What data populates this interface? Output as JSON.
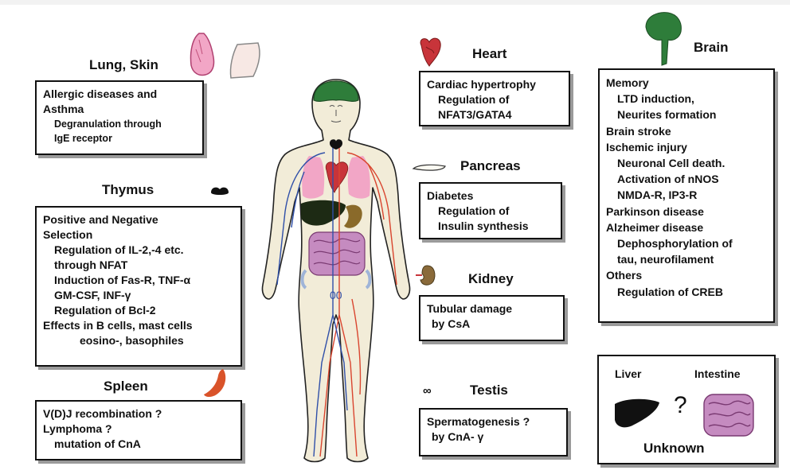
{
  "organs": {
    "lung_skin": {
      "title": "Lung, Skin",
      "lines": [
        "Allergic diseases and",
        "Asthma",
        "Degranulation through",
        "IgE receptor"
      ]
    },
    "thymus": {
      "title": "Thymus",
      "lines": [
        "Positive and Negative",
        "Selection",
        "Regulation of IL-2,-4 etc.",
        "through NFAT",
        "Induction of Fas-R, TNF-α",
        "GM-CSF, INF-γ",
        "Regulation of Bcl-2",
        "Effects in B cells, mast cells",
        "eosino-, basophiles"
      ]
    },
    "spleen": {
      "title": "Spleen",
      "lines": [
        "V(D)J recombination ?",
        "Lymphoma ?",
        "mutation of CnA"
      ]
    },
    "heart": {
      "title": "Heart",
      "lines": [
        "Cardiac hypertrophy",
        "Regulation of",
        "NFAT3/GATA4"
      ]
    },
    "pancreas": {
      "title": "Pancreas",
      "lines": [
        "Diabetes",
        "Regulation of",
        "Insulin synthesis"
      ]
    },
    "kidney": {
      "title": "Kidney",
      "lines": [
        "Tubular damage",
        "by CsA"
      ]
    },
    "testis": {
      "title": "Testis",
      "lines": [
        "Spermatogenesis ?",
        "by CnA- γ"
      ]
    },
    "brain": {
      "title": "Brain",
      "lines": [
        "Memory",
        "LTD induction,",
        "Neurites formation",
        "Brain stroke",
        "Ischemic injury",
        "Neuronal Cell death.",
        "Activation of nNOS",
        "NMDA-R, IP3-R",
        "Parkinson disease",
        "Alzheimer disease",
        "Dephosphorylation of",
        "tau, neurofilament",
        "Others",
        "Regulation of CREB"
      ]
    },
    "unknown": {
      "liver_label": "Liver",
      "intestine_label": "Intestine",
      "question_mark": "?",
      "caption": "Unknown"
    }
  },
  "colors": {
    "brain_green": "#2e7d3a",
    "heart_red": "#c8343a",
    "lung_pink": "#f2a6c6",
    "liver_black": "#111111",
    "intestine_purple": "#a2569a",
    "artery_red": "#d9452f",
    "vein_blue": "#2f4fa8",
    "skin_beige": "#f2ecd8",
    "spleen_orange": "#d9532a",
    "kidney_brown": "#8a6a3a"
  }
}
